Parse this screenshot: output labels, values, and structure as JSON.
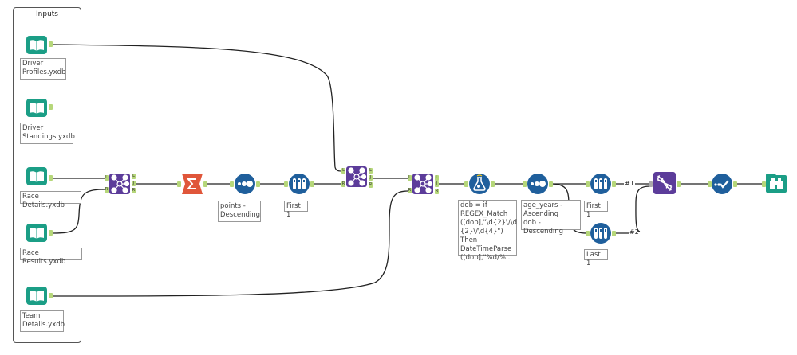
{
  "container": {
    "title": "Inputs"
  },
  "colors": {
    "input_teal": "#1b9e86",
    "join_purple": "#5c3c9a",
    "summarize_orange": "#e0563a",
    "prep_blue": "#1f5f9c",
    "anchor_green": "#b6d77a",
    "connection": "#222222"
  },
  "tools": [
    {
      "id": "input-driver-profiles",
      "icon": "book-icon",
      "type": "input",
      "label": "Driver\nProfiles.yxdb"
    },
    {
      "id": "input-driver-standings",
      "icon": "book-icon",
      "type": "input",
      "label": "Driver\nStandings.yxdb"
    },
    {
      "id": "input-race-details",
      "icon": "book-icon",
      "type": "input",
      "label": "Race Details.yxdb"
    },
    {
      "id": "input-race-results",
      "icon": "book-icon",
      "type": "input",
      "label": "Race Results.yxdb"
    },
    {
      "id": "input-team-details",
      "icon": "book-icon",
      "type": "input",
      "label": "Team\nDetails.yxdb"
    },
    {
      "id": "join-1",
      "icon": "join-icon",
      "type": "join",
      "label": ""
    },
    {
      "id": "summarize-1",
      "icon": "sigma-icon",
      "type": "summarize",
      "label": ""
    },
    {
      "id": "sort-1",
      "icon": "sort-icon",
      "type": "sort",
      "label": "points -\nDescending"
    },
    {
      "id": "sample-1",
      "icon": "sample-icon",
      "type": "sample",
      "label": "First 1"
    },
    {
      "id": "join-2",
      "icon": "join-icon",
      "type": "join",
      "label": ""
    },
    {
      "id": "join-3",
      "icon": "join-icon",
      "type": "join",
      "label": ""
    },
    {
      "id": "formula-1",
      "icon": "flask-icon",
      "type": "formula",
      "label": "dob = if\nREGEX_Match\n([dob],\"\\d{2}\\/\\d\n{2}\\/\\d{4}\") Then\nDateTimeParse\n([dob],\"%d/%..."
    },
    {
      "id": "sort-2",
      "icon": "sort-icon",
      "type": "sort",
      "label": "age_years -\nAscending\ndob - Descending"
    },
    {
      "id": "sample-first",
      "icon": "sample-icon",
      "type": "sample",
      "label": "First 1"
    },
    {
      "id": "sample-last",
      "icon": "sample-icon",
      "type": "sample",
      "label": "Last 1"
    },
    {
      "id": "union-1",
      "icon": "dna-icon",
      "type": "union",
      "label": ""
    },
    {
      "id": "select-1",
      "icon": "checkmark-icon",
      "type": "select",
      "label": ""
    },
    {
      "id": "browse-1",
      "icon": "binoculars-icon",
      "type": "browse",
      "label": ""
    }
  ],
  "join_anchor_labels": {
    "in_left": "L",
    "in_right": "R",
    "out_left": "L",
    "out_join": "J",
    "out_right": "R"
  },
  "connection_labels": {
    "first": "#1",
    "second": "#2"
  }
}
